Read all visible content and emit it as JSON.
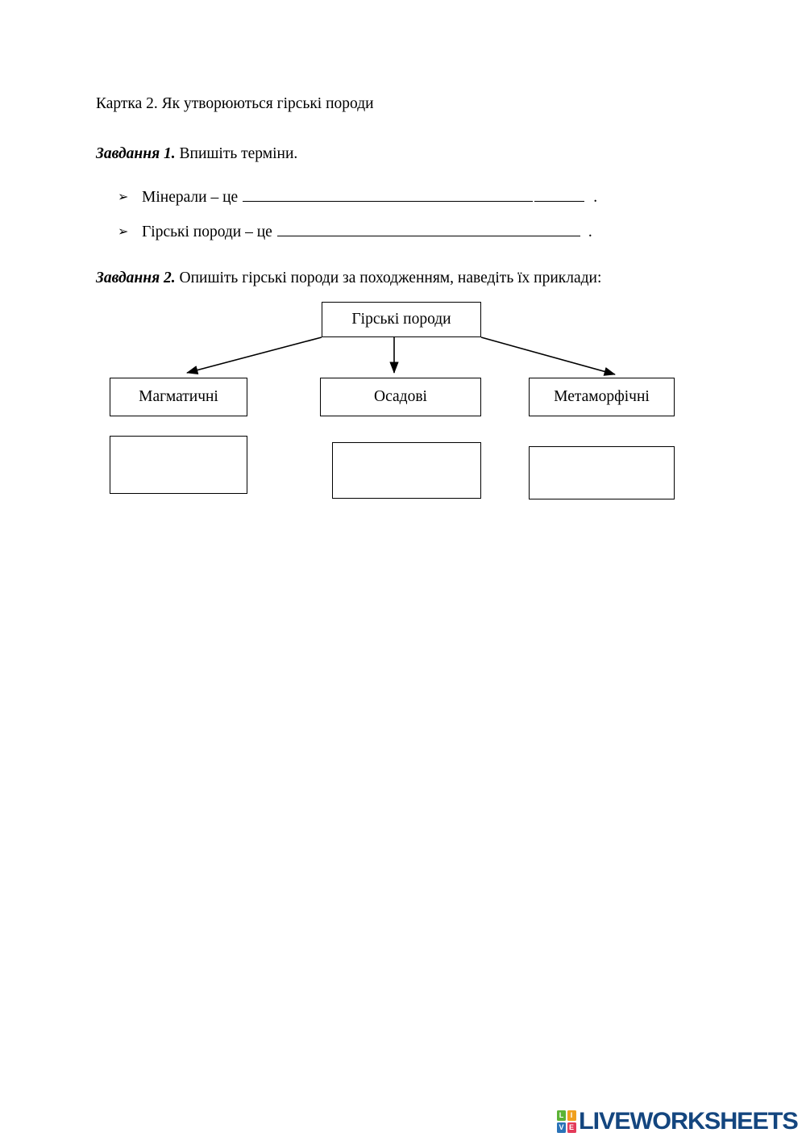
{
  "document": {
    "title": "Картка 2. Як утворюються гірські породи",
    "background_color": "#ffffff",
    "text_color": "#000000"
  },
  "task1": {
    "label": "Завдання 1.",
    "instruction": " Впишіть терміни.",
    "bullet_glyph": "➢",
    "items": [
      {
        "text": "Мінерали – це",
        "blank": "____________________________________",
        "blank2": "______",
        "terminator": "."
      },
      {
        "text": "Гірські породи – це",
        "blank": "_____________________________________",
        "terminator": "."
      }
    ]
  },
  "task2": {
    "label": "Завдання 2.",
    "instruction": " Опишіть гірські породи за походженням, наведіть їх приклади:"
  },
  "diagram": {
    "root": {
      "label": "Гірські породи"
    },
    "categories": [
      {
        "label": "Магматичні",
        "answer_box": ""
      },
      {
        "label": "Осадові",
        "answer_box": ""
      },
      {
        "label": "Метаморфічні",
        "answer_box": ""
      }
    ],
    "connector_color": "#000000",
    "border_color": "#000000"
  },
  "footer": {
    "logo": {
      "tiles": [
        {
          "letter": "L",
          "color": "#5cb335"
        },
        {
          "letter": "I",
          "color": "#f0a01e"
        },
        {
          "letter": "V",
          "color": "#2a73b8"
        },
        {
          "letter": "E",
          "color": "#e33b5a"
        }
      ],
      "wordmark": "LIVEWORKSHEETS",
      "wordmark_color": "#14467f"
    }
  }
}
